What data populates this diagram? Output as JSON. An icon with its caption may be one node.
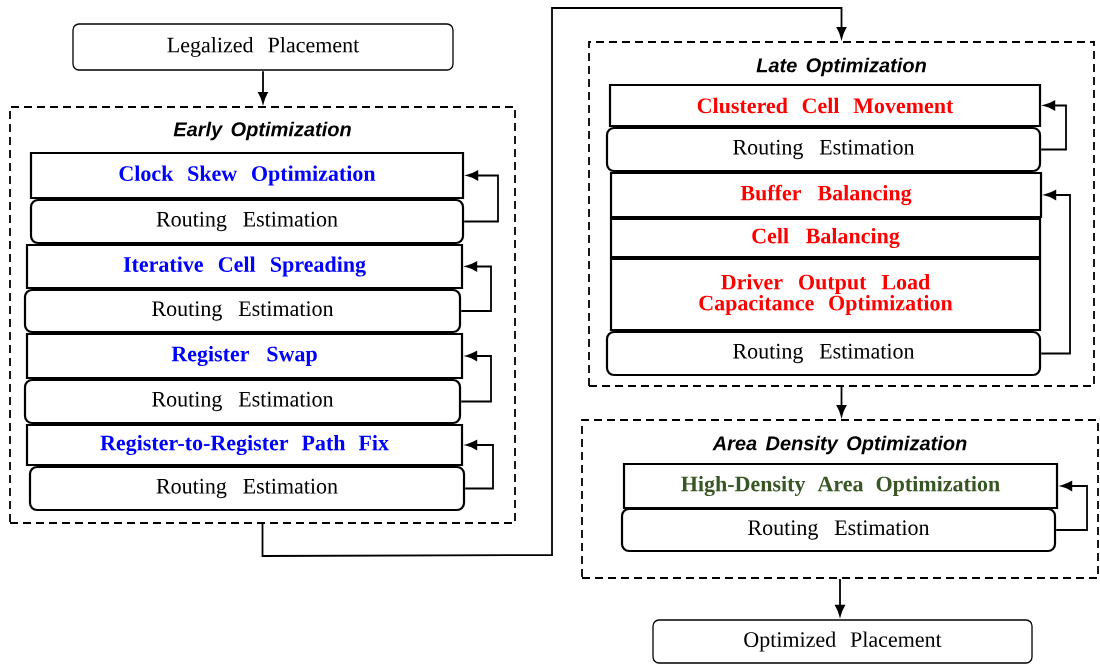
{
  "diagram": {
    "nodes": [
      {
        "text": [
          "Legalized Placement"
        ]
      },
      {
        "text": [
          "Early Optimization"
        ]
      },
      {
        "text": [
          "Clock Skew Optimization"
        ],
        "in": 1
      },
      {
        "text": [
          "Routing Estimation"
        ],
        "in": 1
      },
      {
        "text": [
          "Iterative Cell Spreading"
        ],
        "in": 1
      },
      {
        "text": [
          "Routing Estimation"
        ],
        "in": 1
      },
      {
        "text": [
          "Register Swap"
        ],
        "in": 1
      },
      {
        "text": [
          "Routing Estimation"
        ],
        "in": 1
      },
      {
        "text": [
          "Register-to-Register Path Fix"
        ],
        "in": 1
      },
      {
        "text": [
          "Routing Estimation"
        ],
        "in": 1
      },
      {
        "text": [
          "Late Optimization"
        ]
      },
      {
        "text": [
          "Clustered Cell Movement"
        ],
        "in": 10
      },
      {
        "text": [
          "Routing Estimation"
        ],
        "in": 10
      },
      {
        "text": [
          "Buffer Balancing"
        ],
        "in": 10
      },
      {
        "text": [
          "Cell Balancing"
        ],
        "in": 10
      },
      {
        "text": [
          "Driver Output Load Capacitance Optimization"
        ],
        "in": 10
      },
      {
        "text": [
          "Routing Estimation"
        ],
        "in": 10
      },
      {
        "text": [
          "Area Density Optimization"
        ]
      },
      {
        "text": [
          "High-Density Area Optimization"
        ],
        "in": 17
      },
      {
        "text": [
          "Routing Estimation"
        ],
        "in": 17
      },
      {
        "text": [
          "Optimized Placement"
        ]
      }
    ],
    "edges": [
      {
        "from": 0,
        "to": 1,
        "arrow": "to"
      },
      {
        "from": 3,
        "to": 2,
        "arrow": "to"
      },
      {
        "from": 5,
        "to": 4,
        "arrow": "to"
      },
      {
        "from": 7,
        "to": 6,
        "arrow": "to"
      },
      {
        "from": 9,
        "to": 8,
        "arrow": "to"
      },
      {
        "from": 1,
        "to": 10,
        "arrow": "to"
      },
      {
        "from": 12,
        "to": 11,
        "arrow": "to"
      },
      {
        "from": 16,
        "to": 13,
        "arrow": "to"
      },
      {
        "from": 10,
        "to": 17,
        "arrow": "to"
      },
      {
        "from": 19,
        "to": 18,
        "arrow": "to"
      },
      {
        "from": 17,
        "to": 20,
        "arrow": "to"
      }
    ]
  }
}
